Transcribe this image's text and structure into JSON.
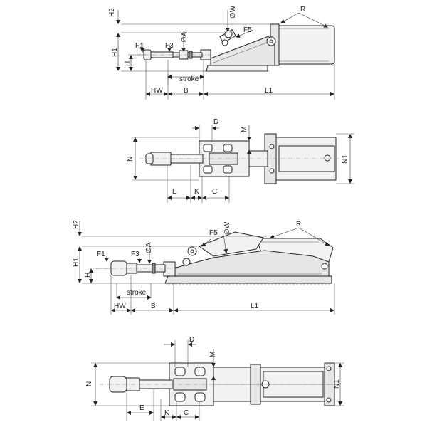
{
  "view1": {
    "R": "R",
    "H2": "H2",
    "W": "∅W",
    "F5": "F5",
    "A": "∅A",
    "F1": "F1",
    "F3": "F3",
    "H1": "H1",
    "H": "H",
    "stroke": "stroke",
    "HW": "HW",
    "B": "B",
    "L1": "L1"
  },
  "view2": {
    "D": "D",
    "M": "M",
    "N": "N",
    "N1": "N1",
    "E": "E",
    "K": "K",
    "C": "C"
  },
  "view3": {
    "R": "R",
    "H2": "H2",
    "W": "∅W",
    "F5": "F5",
    "A": "∅A",
    "F1": "F1",
    "F3": "F3",
    "H1": "H1",
    "H": "H",
    "stroke": "stroke",
    "HW": "HW",
    "B": "B",
    "L1": "L1"
  },
  "view4": {
    "D": "D",
    "M": "M",
    "N": "N",
    "N1": "N1",
    "E": "E",
    "K": "K",
    "C": "C"
  }
}
